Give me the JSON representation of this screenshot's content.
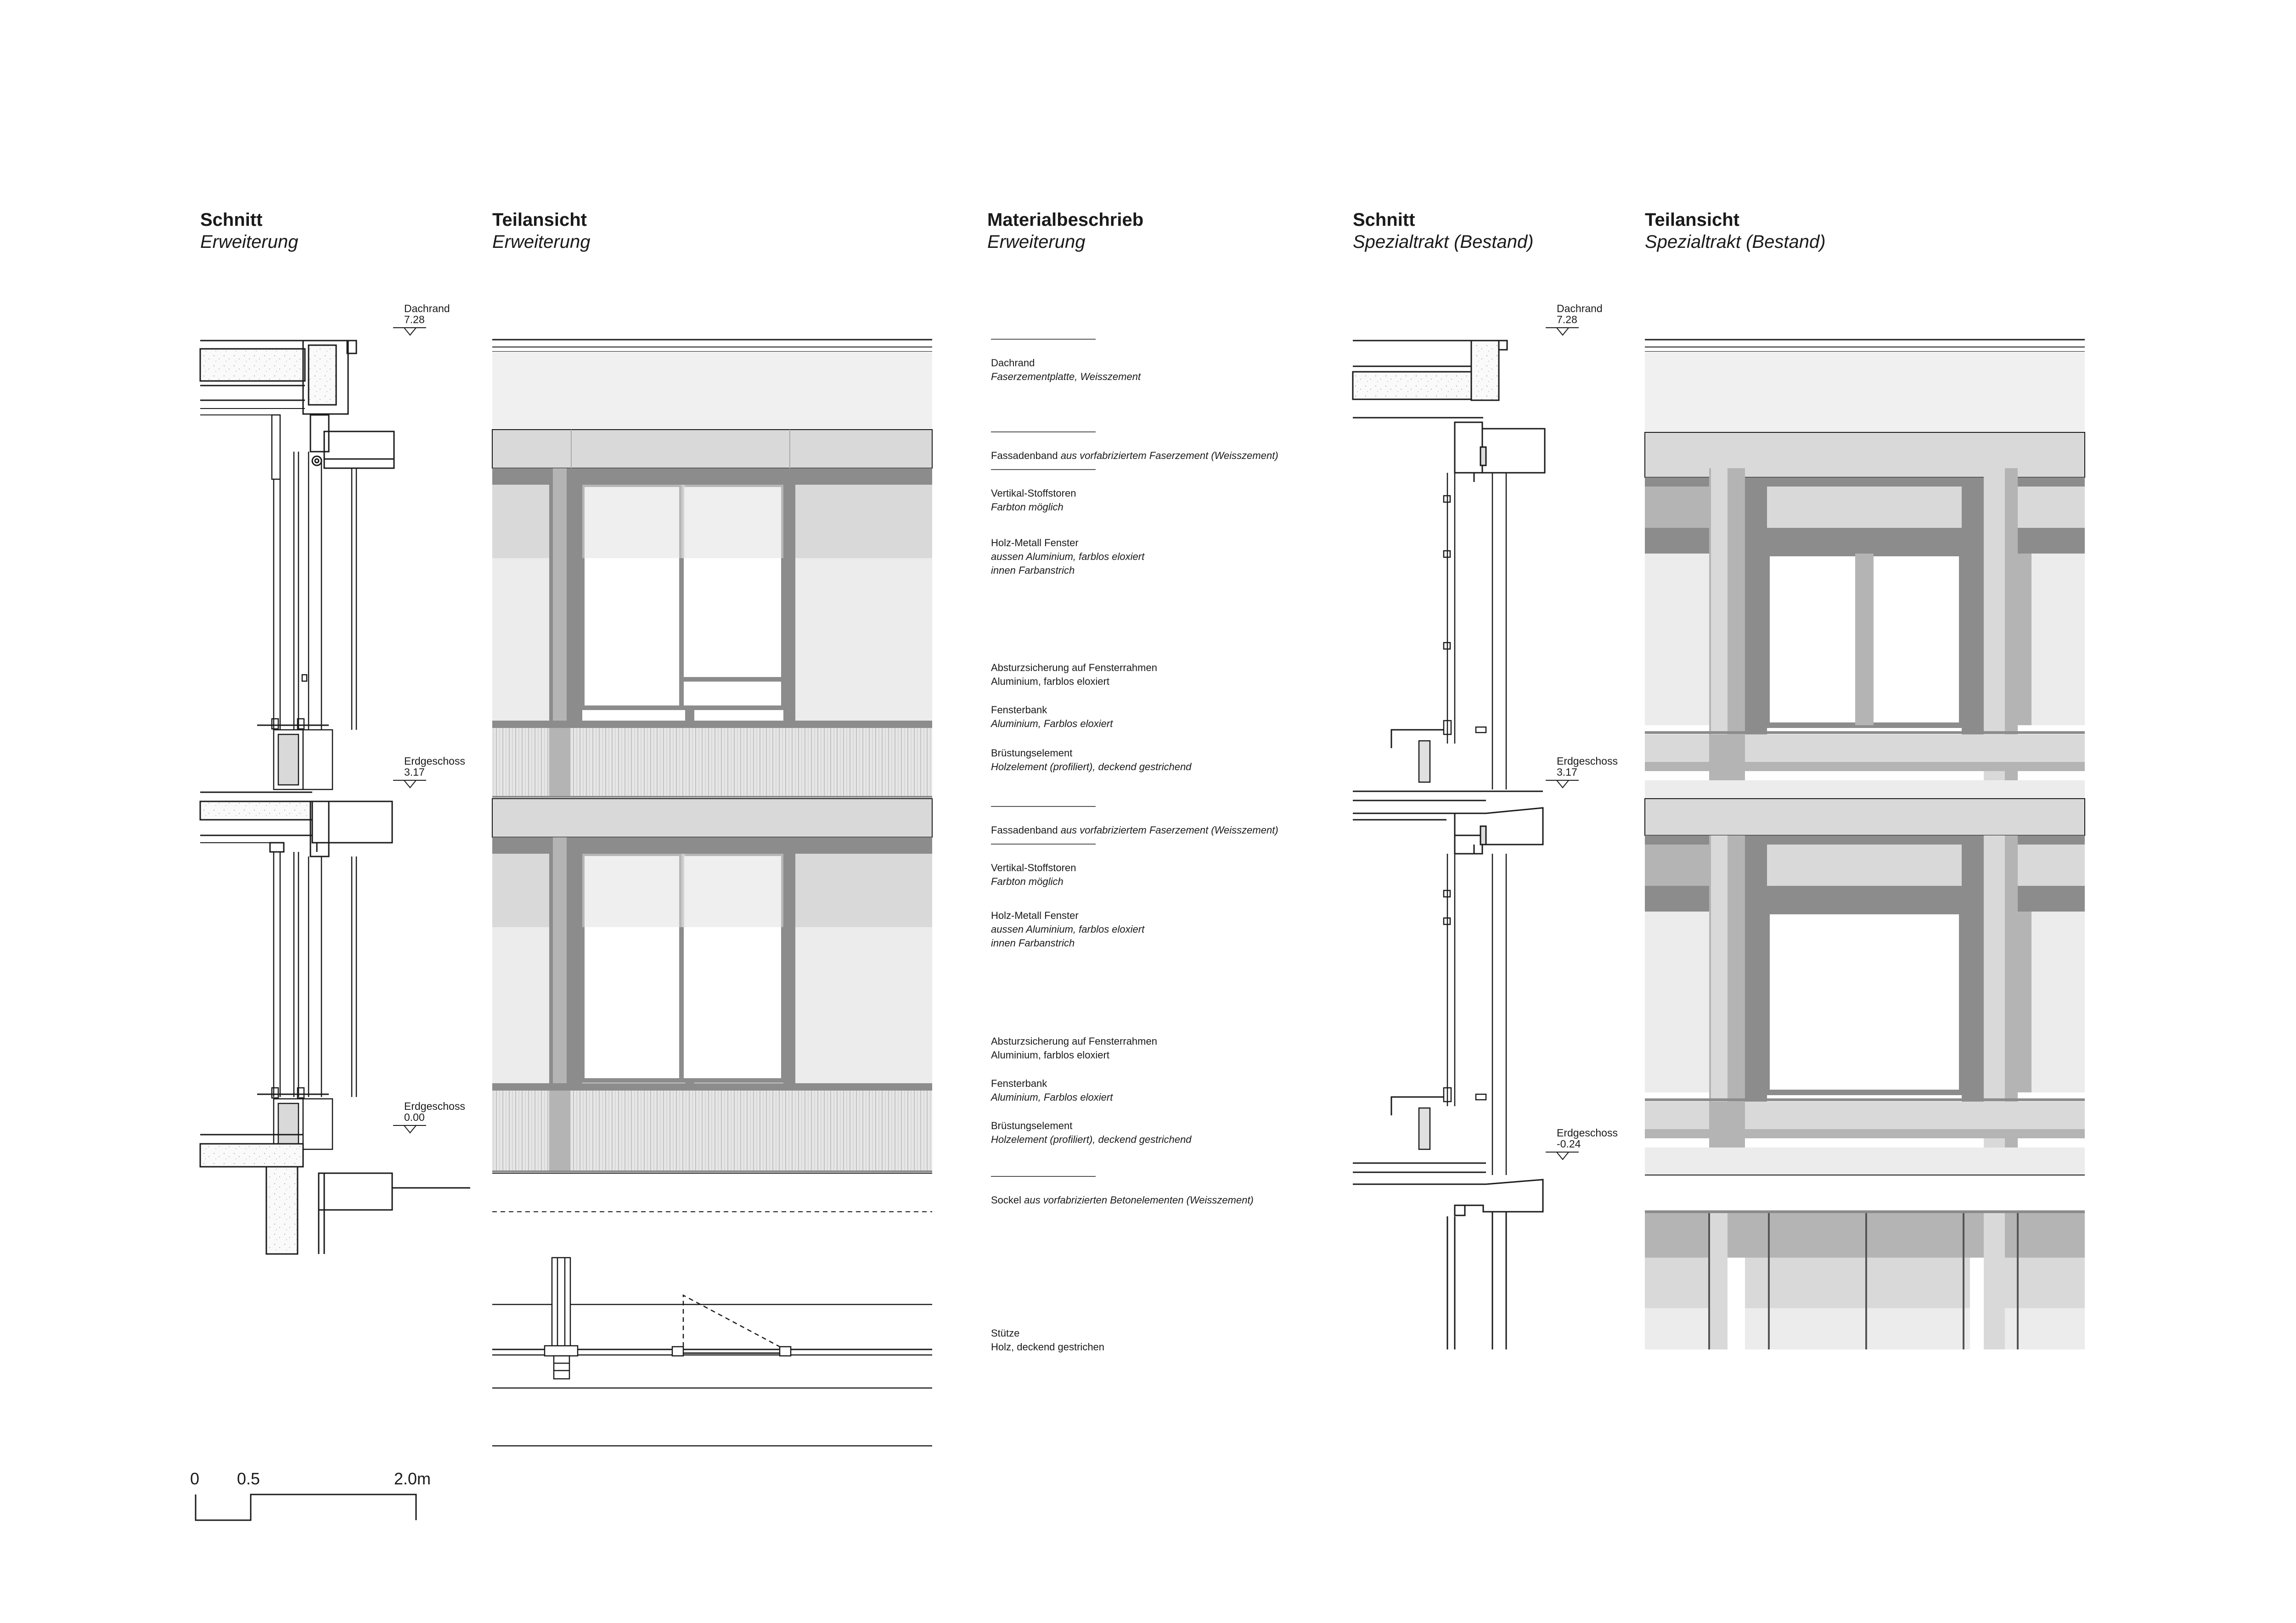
{
  "headers": [
    {
      "title": "Schnitt",
      "subtitle": "Erweiterung"
    },
    {
      "title": "Teilansicht",
      "subtitle": "Erweiterung"
    },
    {
      "title": "Materialbeschrieb",
      "subtitle": "Erweiterung"
    },
    {
      "title": "Schnitt",
      "subtitle": "Spezialtrakt (Bestand)"
    },
    {
      "title": "Teilansicht",
      "subtitle": "Spezialtrakt (Bestand)"
    }
  ],
  "levels_left": [
    {
      "name": "Dachrand",
      "value": "7.28"
    },
    {
      "name": "Erdgeschoss",
      "value": "3.17"
    },
    {
      "name": "Erdgeschoss",
      "value": "0.00"
    }
  ],
  "levels_right": [
    {
      "name": "Dachrand",
      "value": "7.28"
    },
    {
      "name": "Erdgeschoss",
      "value": "3.17"
    },
    {
      "name": "Erdgeschoss",
      "value": "-0.24"
    }
  ],
  "materials": [
    {
      "name": "Dachrand",
      "desc": "Faserzementplatte, Weisszement"
    },
    {
      "name": "Fassadenband",
      "inline": "aus vorfabriziertem Faserzement (Weisszement)"
    },
    {
      "name": "Vertikal-Stoffstoren",
      "desc": "Farbton möglich"
    },
    {
      "name": "Holz-Metall Fenster",
      "desc": "aussen Aluminium, farblos eloxiert",
      "desc2": "innen Farbanstrich"
    },
    {
      "name": "Absturzsicherung auf Fensterrahmen",
      "plain2": "Aluminium, farblos eloxiert"
    },
    {
      "name": "Fensterbank",
      "desc": "Aluminium, Farblos eloxiert"
    },
    {
      "name": "Brüstungselement",
      "desc": "Holzelement (profiliert), deckend gestrichend"
    },
    {
      "name": "Fassadenband",
      "inline": "aus vorfabriziertem Faserzement (Weisszement)"
    },
    {
      "name": "Vertikal-Stoffstoren",
      "desc": "Farbton möglich"
    },
    {
      "name": "Holz-Metall Fenster",
      "desc": "aussen Aluminium, farblos eloxiert",
      "desc2": "innen Farbanstrich"
    },
    {
      "name": "Absturzsicherung auf Fensterrahmen",
      "plain2": "Aluminium, farblos eloxiert"
    },
    {
      "name": "Fensterbank",
      "desc": "Aluminium, Farblos eloxiert"
    },
    {
      "name": "Brüstungselement",
      "desc": "Holzelement (profiliert), deckend gestrichend"
    },
    {
      "name": "Sockel",
      "inline": "aus vorfabrizierten Betonelementen (Weisszement)"
    },
    {
      "name": "Stütze",
      "plain2": "Holz, deckend gestrichen"
    }
  ],
  "scale": {
    "zero": "0",
    "mid": "0.5",
    "end": "2.0m"
  },
  "colors": {
    "line": "#1a1a1a",
    "dark_grey": "#8c8c8c",
    "mid_grey": "#b4b4b4",
    "light_grey": "#d9d9d9",
    "pale_grey": "#ececec"
  }
}
